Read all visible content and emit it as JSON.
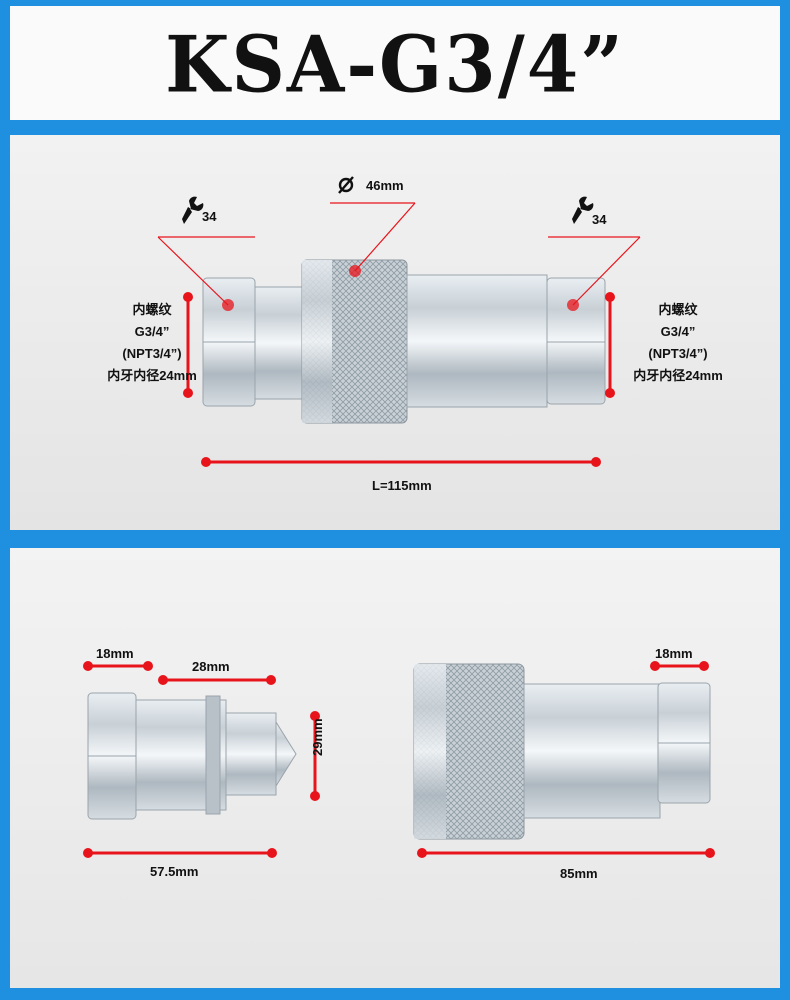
{
  "title": "KSA-G3/4”",
  "top": {
    "wrench_left": "34",
    "wrench_right": "34",
    "diameter": "46mm",
    "left_thread": [
      "内螺纹",
      "G3/4”",
      "(NPT3/4”)",
      "内牙内径24mm"
    ],
    "right_thread": [
      "内螺纹",
      "G3/4”",
      "(NPT3/4”)",
      "内牙内径24mm"
    ],
    "length": "L=115mm"
  },
  "bottom": {
    "male_hex": "18mm",
    "male_body": "28mm",
    "male_dia": "29mm",
    "male_length": "57.5mm",
    "female_hex": "18mm",
    "female_length": "85mm"
  },
  "colors": {
    "accent": "#e8141b",
    "frame": "#1f8fe0"
  },
  "icons": [
    "wrench-icon",
    "diameter-icon"
  ]
}
